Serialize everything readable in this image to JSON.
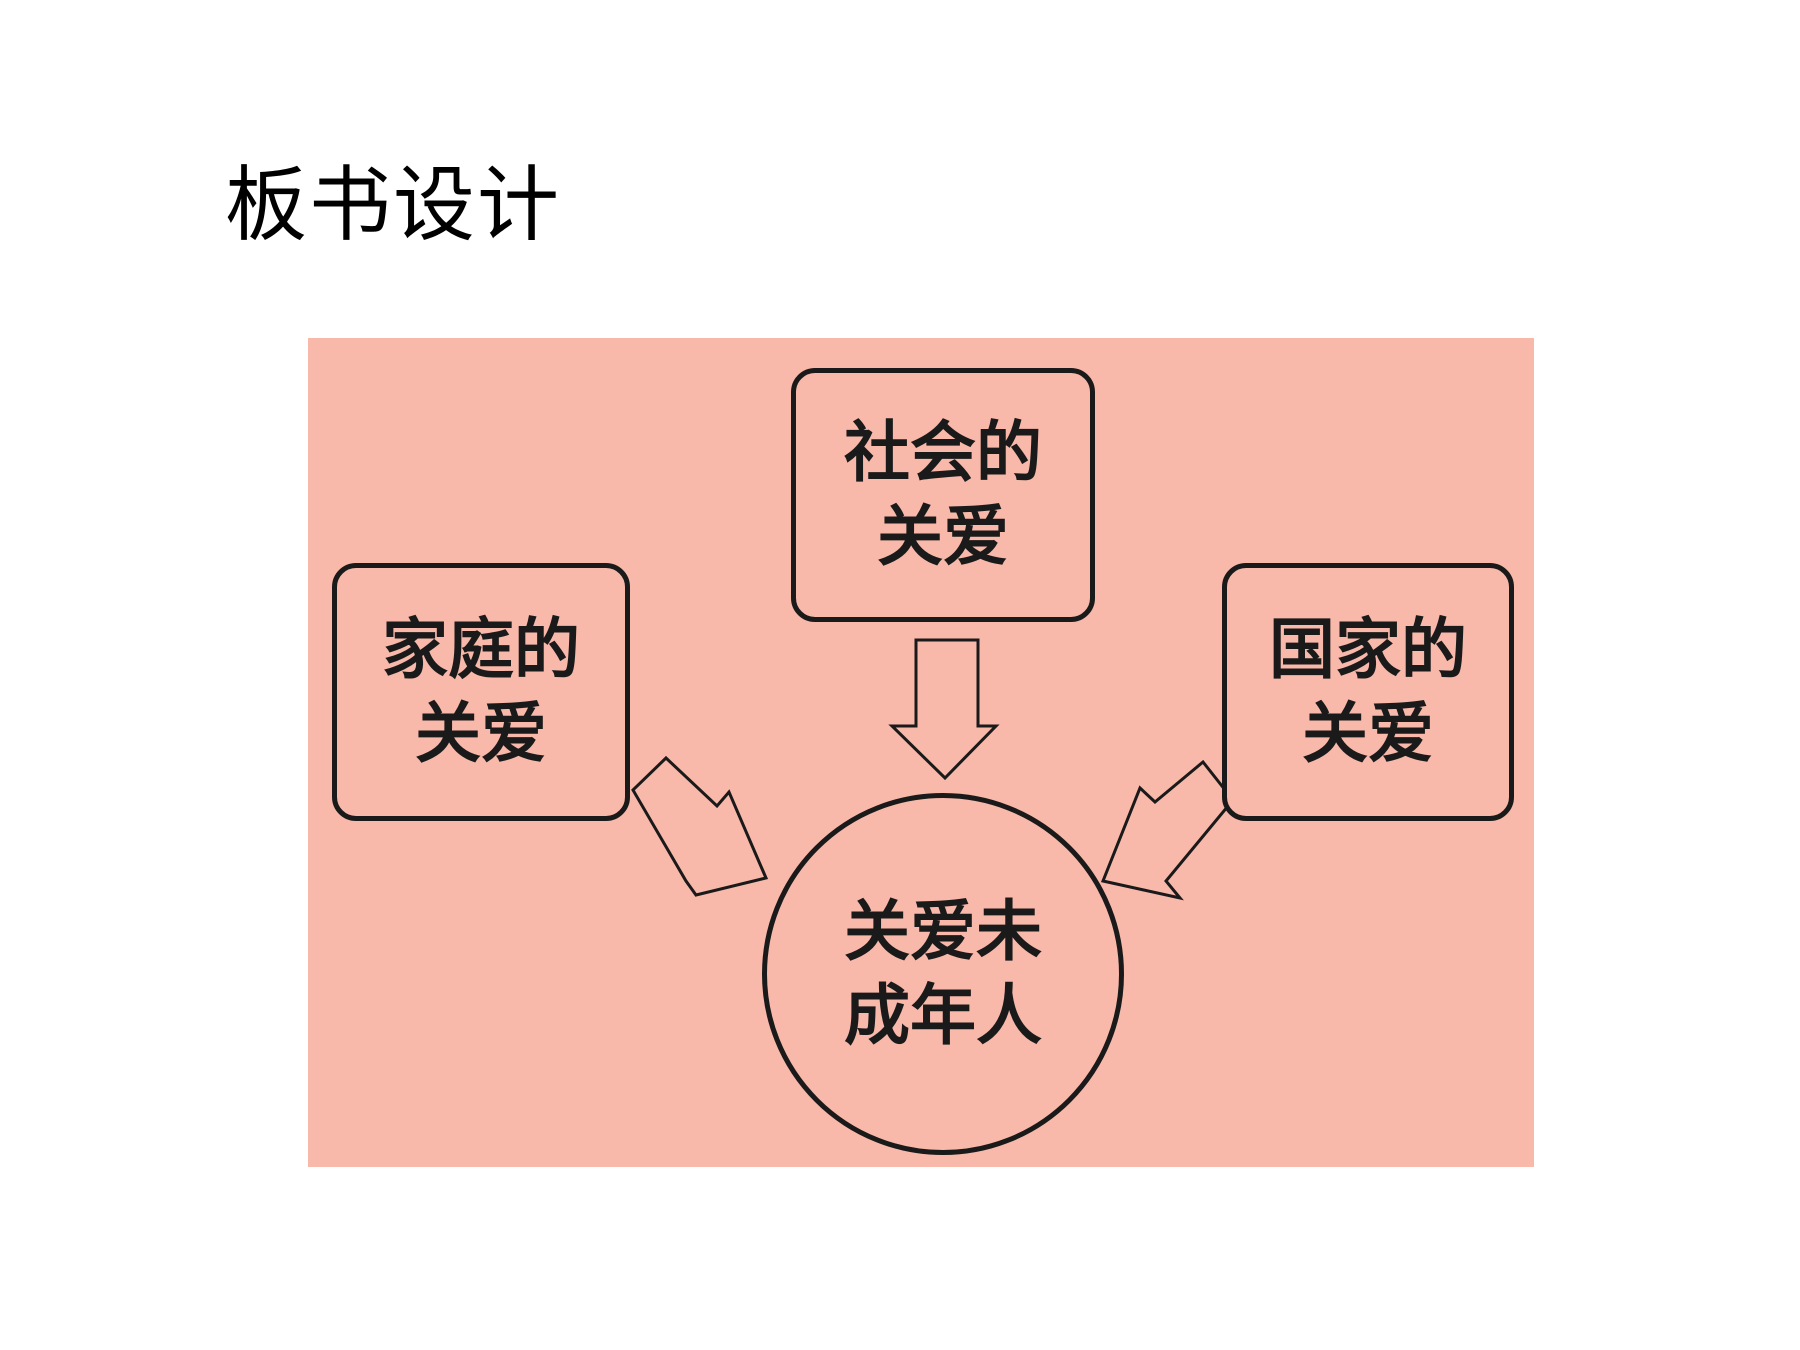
{
  "title": "板书设计",
  "panel_color": "#f8b8aa",
  "diagram": {
    "nodes": {
      "society": "社会的\n关爱",
      "family": "家庭的\n关爱",
      "nation": "国家的\n关爱",
      "center": "关爱未\n成年人"
    },
    "arrows": [
      {
        "from": "society",
        "to": "center"
      },
      {
        "from": "family",
        "to": "center"
      },
      {
        "from": "nation",
        "to": "center"
      }
    ]
  }
}
